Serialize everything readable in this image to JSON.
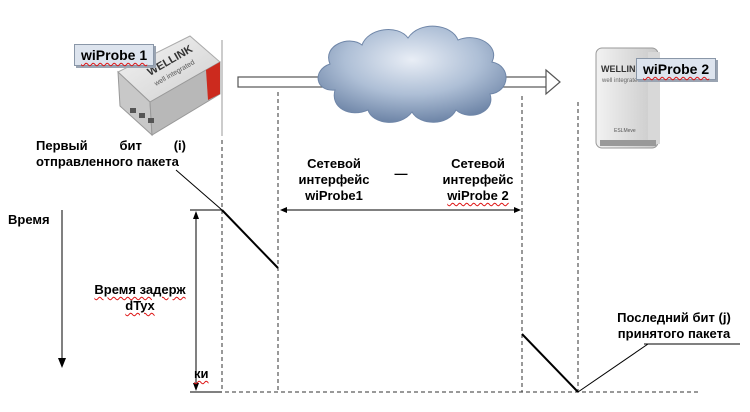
{
  "devices": {
    "probe1": {
      "label": "wiProbe 1",
      "brand": "WELLINK",
      "tagline": "well integrated"
    },
    "probe2": {
      "label": "wiProbe 2",
      "brand": "WELLINK",
      "tagline": "well integrated",
      "model": "ESLMeve"
    }
  },
  "labels": {
    "first_bit": [
      "Первый бит (i)",
      "отправленного пакета"
    ],
    "time": "Время",
    "delay": [
      "Время задерж",
      "dTyx"
    ],
    "delay_suffix": "ки",
    "iface1": [
      "Сетевой",
      "интерфейс",
      "wiProbe1"
    ],
    "dash": "—",
    "iface2": [
      "Сетевой",
      "интерфейс",
      "wiProbe 2"
    ],
    "last_bit": [
      "Последний бит (j)",
      "принятого пакета"
    ]
  },
  "colors": {
    "cloud_fill": "#aebfd6",
    "cloud_dark": "#6f86a8",
    "arrow": "#777777",
    "callout_bg": "#dde4ee",
    "brand_red": "#cc2a1e"
  }
}
